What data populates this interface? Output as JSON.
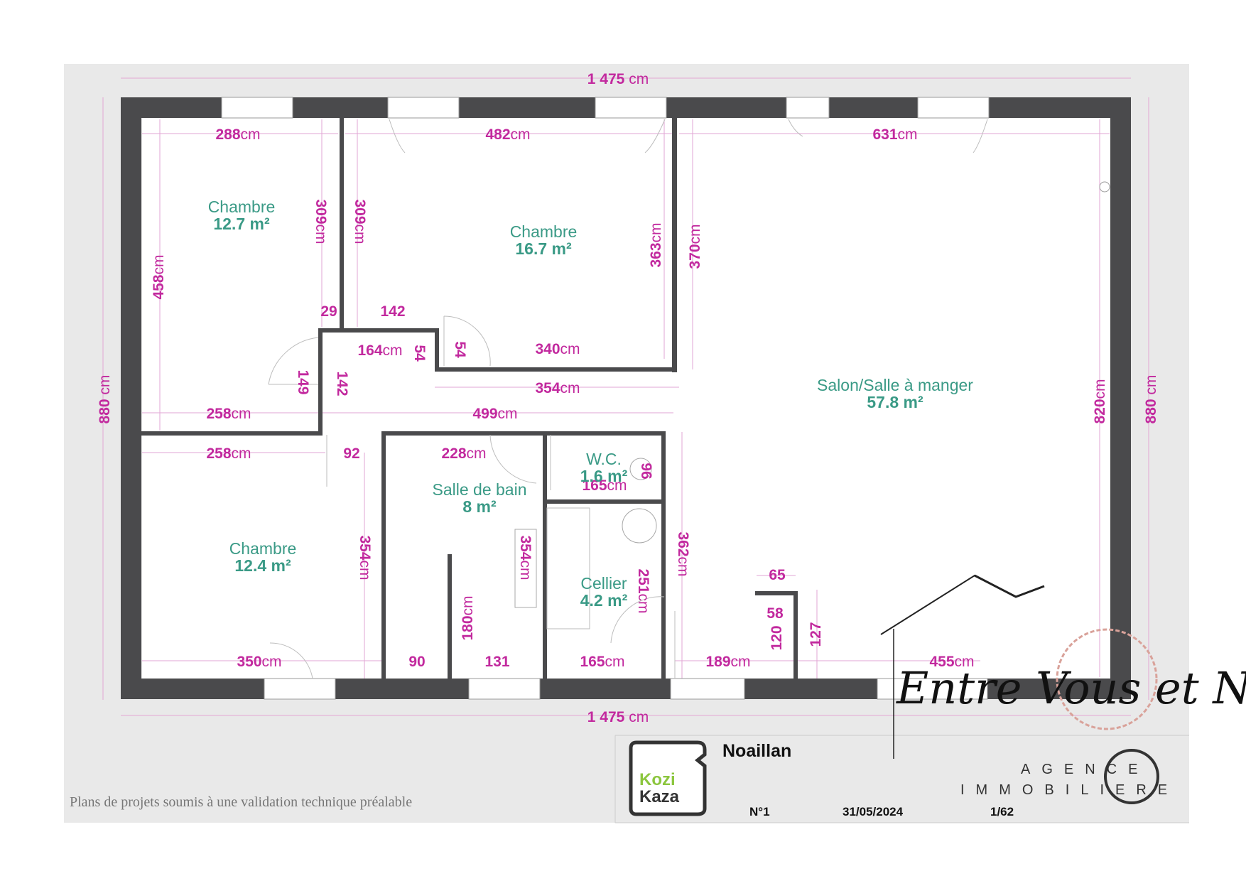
{
  "plan": {
    "top_width": "1 475",
    "bottom_width": "1 475",
    "unit": "cm",
    "left_height": "880",
    "right_height": "880"
  },
  "rooms": [
    {
      "name": "Chambre",
      "area": "12.7 m²"
    },
    {
      "name": "Chambre",
      "area": "16.7 m²"
    },
    {
      "name": "Salon/Salle à manger",
      "area": "57.8 m²"
    },
    {
      "name": "Chambre",
      "area": "12.4 m²"
    },
    {
      "name": "Salle de bain",
      "area": "8 m²"
    },
    {
      "name": "W.C.",
      "area": "1.6 m²"
    },
    {
      "name": "Cellier",
      "area": "4.2 m²"
    }
  ],
  "dimensions": {
    "d288": "288",
    "d482": "482",
    "d631": "631",
    "d309a": "309",
    "d309b": "309",
    "d458": "458",
    "d363": "363",
    "d370": "370",
    "d29": "29",
    "d142a": "142",
    "d164": "164",
    "d54a": "54",
    "d54b": "54",
    "d340": "340",
    "d149": "149",
    "d142b": "142",
    "d354a": "354",
    "d258a": "258",
    "d499": "499",
    "d820": "820",
    "d258b": "258",
    "d92": "92",
    "d228": "228",
    "d96": "96",
    "d165a": "165",
    "d354b": "354",
    "d354c": "354",
    "d362": "362",
    "d251": "251",
    "d65": "65",
    "d58": "58",
    "d120": "120",
    "d127": "127",
    "d180": "180",
    "d350": "350",
    "d90": "90",
    "d131": "131",
    "d165b": "165",
    "d189": "189",
    "d455": "455"
  },
  "footer": {
    "city": "Noaillan",
    "number": "N°1",
    "date": "31/05/2024",
    "page": "1/62",
    "disclaimer": "Plans de projets soumis à une validation technique préalable",
    "logo_line1": "Kozi",
    "logo_line2": "Kaza"
  },
  "watermark": {
    "script": "Entre Vous et Nous!",
    "agency_line1": "AGENCE",
    "agency_line2": "IMMOBILIERE"
  }
}
